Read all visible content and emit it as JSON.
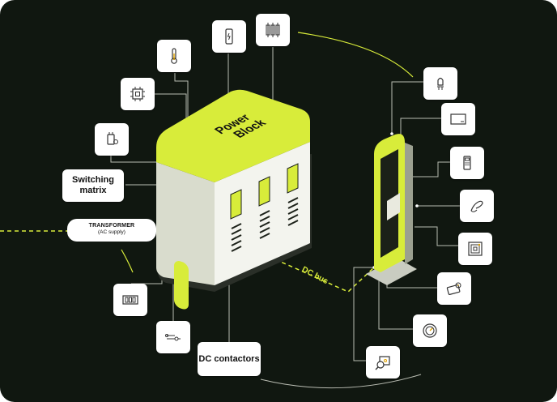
{
  "colors": {
    "background": "#101710",
    "accent": "#d8ec3a",
    "card": "#ffffff",
    "line": "#b9bcb2"
  },
  "power_block": {
    "title_line1": "Power",
    "title_line2": "Block"
  },
  "labels": {
    "switching_matrix_line1": "Switching",
    "switching_matrix_line2": "matrix",
    "transformer_title": "TRANSFORMER",
    "transformer_sub": "(AC supply)",
    "dc_contactors": "DC contactors",
    "dc_bus": "DC bus"
  },
  "icons": {
    "left": [
      "thermometer-icon",
      "cpu-icon",
      "plug-connector-icon",
      "fuse-block-icon",
      "cable-plug-icon"
    ],
    "top": [
      "phone-icon",
      "fuse-array-icon"
    ],
    "right": [
      "light-bulb-icon",
      "display-screen-icon",
      "card-reader-icon",
      "charging-handle-icon",
      "rfid-tag-icon",
      "payment-terminal-icon",
      "energy-meter-icon",
      "diagnostics-icon"
    ]
  }
}
